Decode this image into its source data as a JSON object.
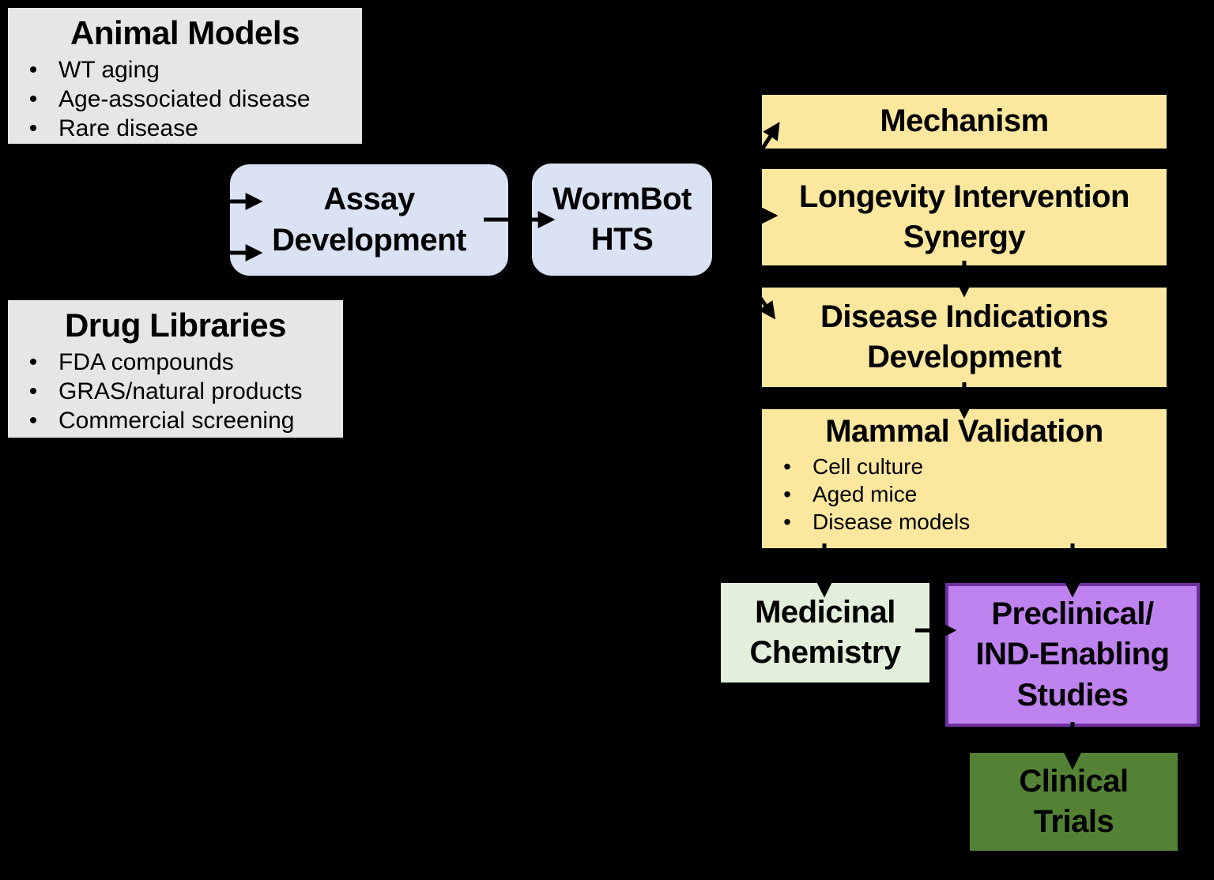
{
  "diagram": {
    "background": "#000000",
    "arrow_color": "#000000",
    "animal_models": {
      "title": "Animal Models",
      "bullets": [
        "WT aging",
        "Age-associated disease",
        "Rare disease"
      ],
      "fill": "#e7e6e6"
    },
    "drug_libraries": {
      "title": "Drug Libraries",
      "bullets": [
        "FDA compounds",
        "GRAS/natural products",
        "Commercial screening"
      ],
      "fill": "#e7e6e6"
    },
    "assay_development": {
      "lines": [
        "Assay",
        "Development"
      ],
      "fill": "#dae3f3"
    },
    "wormbot_hts": {
      "lines": [
        "WormBot",
        "HTS"
      ],
      "fill": "#dae3f3"
    },
    "mechanism": {
      "lines": [
        "Mechanism"
      ],
      "fill": "#fce79f"
    },
    "longevity_synergy": {
      "lines": [
        "Longevity Intervention",
        "Synergy"
      ],
      "fill": "#fce79f"
    },
    "disease_indications": {
      "lines": [
        "Disease Indications",
        "Development"
      ],
      "fill": "#fce79f"
    },
    "mammal_validation": {
      "title": "Mammal Validation",
      "bullets": [
        "Cell culture",
        "Aged mice",
        "Disease models"
      ],
      "fill": "#fce79f"
    },
    "medicinal_chemistry": {
      "lines": [
        "Medicinal",
        "Chemistry"
      ],
      "fill": "#e2efda"
    },
    "preclinical": {
      "lines": [
        "Preclinical/",
        "IND-Enabling",
        "Studies"
      ],
      "fill": "#bf83f0",
      "border": "#7030a0"
    },
    "clinical_trials": {
      "lines": [
        "Clinical",
        "Trials"
      ],
      "fill": "#548235"
    }
  }
}
